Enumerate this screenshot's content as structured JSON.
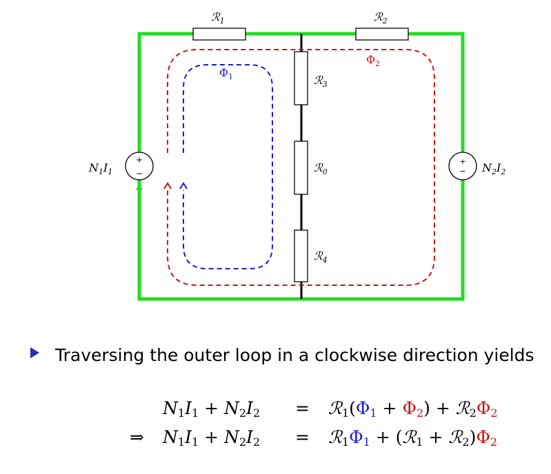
{
  "diagram": {
    "reluctances": {
      "r1": {
        "sym": "ℛ",
        "sub": "1"
      },
      "r2": {
        "sym": "ℛ",
        "sub": "2"
      },
      "r3": {
        "sym": "ℛ",
        "sub": "3"
      },
      "r0": {
        "sym": "ℛ",
        "sub": "0"
      },
      "r4": {
        "sym": "ℛ",
        "sub": "4"
      }
    },
    "fluxes": {
      "phi1": {
        "sym": "Φ",
        "sub": "1"
      },
      "phi2": {
        "sym": "Φ",
        "sub": "2"
      }
    },
    "sources": {
      "left": {
        "n": "N",
        "n_sub": "1",
        "i": "I",
        "i_sub": "1",
        "plus": "+",
        "minus": "−"
      },
      "right": {
        "n": "N",
        "n_sub": "2",
        "i": "I",
        "i_sub": "2",
        "plus": "+",
        "minus": "−"
      }
    },
    "colors": {
      "outer_loop": "#22dd22",
      "phi1": "#1a1acc",
      "phi2": "#cc1111",
      "wire": "#000000"
    }
  },
  "bullet": {
    "text": "Traversing the outer loop in a clockwise direction yields"
  },
  "equations": {
    "eq1": {
      "lhs": {
        "n1": "N",
        "s1": "1",
        "i1": "I",
        "s2": "1",
        "plus": " + ",
        "n2": "N",
        "s3": "2",
        "i2": "I",
        "s4": "2"
      },
      "eq": "=",
      "rhs": {
        "r1": "ℛ",
        "r1s": "1",
        "open": "(",
        "phi1": "Φ",
        "phi1s": "1",
        "plus": " + ",
        "phi2": "Φ",
        "phi2s": "2",
        "close": ")",
        "plus2": " + ",
        "r2": "ℛ",
        "r2s": "2",
        "phi2b": "Φ",
        "phi2bs": "2"
      }
    },
    "eq2": {
      "implies": "⇒",
      "lhs": {
        "n1": "N",
        "s1": "1",
        "i1": "I",
        "s2": "1",
        "plus": " + ",
        "n2": "N",
        "s3": "2",
        "i2": "I",
        "s4": "2"
      },
      "eq": "=",
      "rhs": {
        "r1": "ℛ",
        "r1s": "1",
        "phi1": "Φ",
        "phi1s": "1",
        "plus": " + ",
        "open": "(",
        "r1b": "ℛ",
        "r1bs": "1",
        "plus2": " + ",
        "r2": "ℛ",
        "r2s": "2",
        "close": ")",
        "phi2": "Φ",
        "phi2s": "2"
      }
    }
  }
}
